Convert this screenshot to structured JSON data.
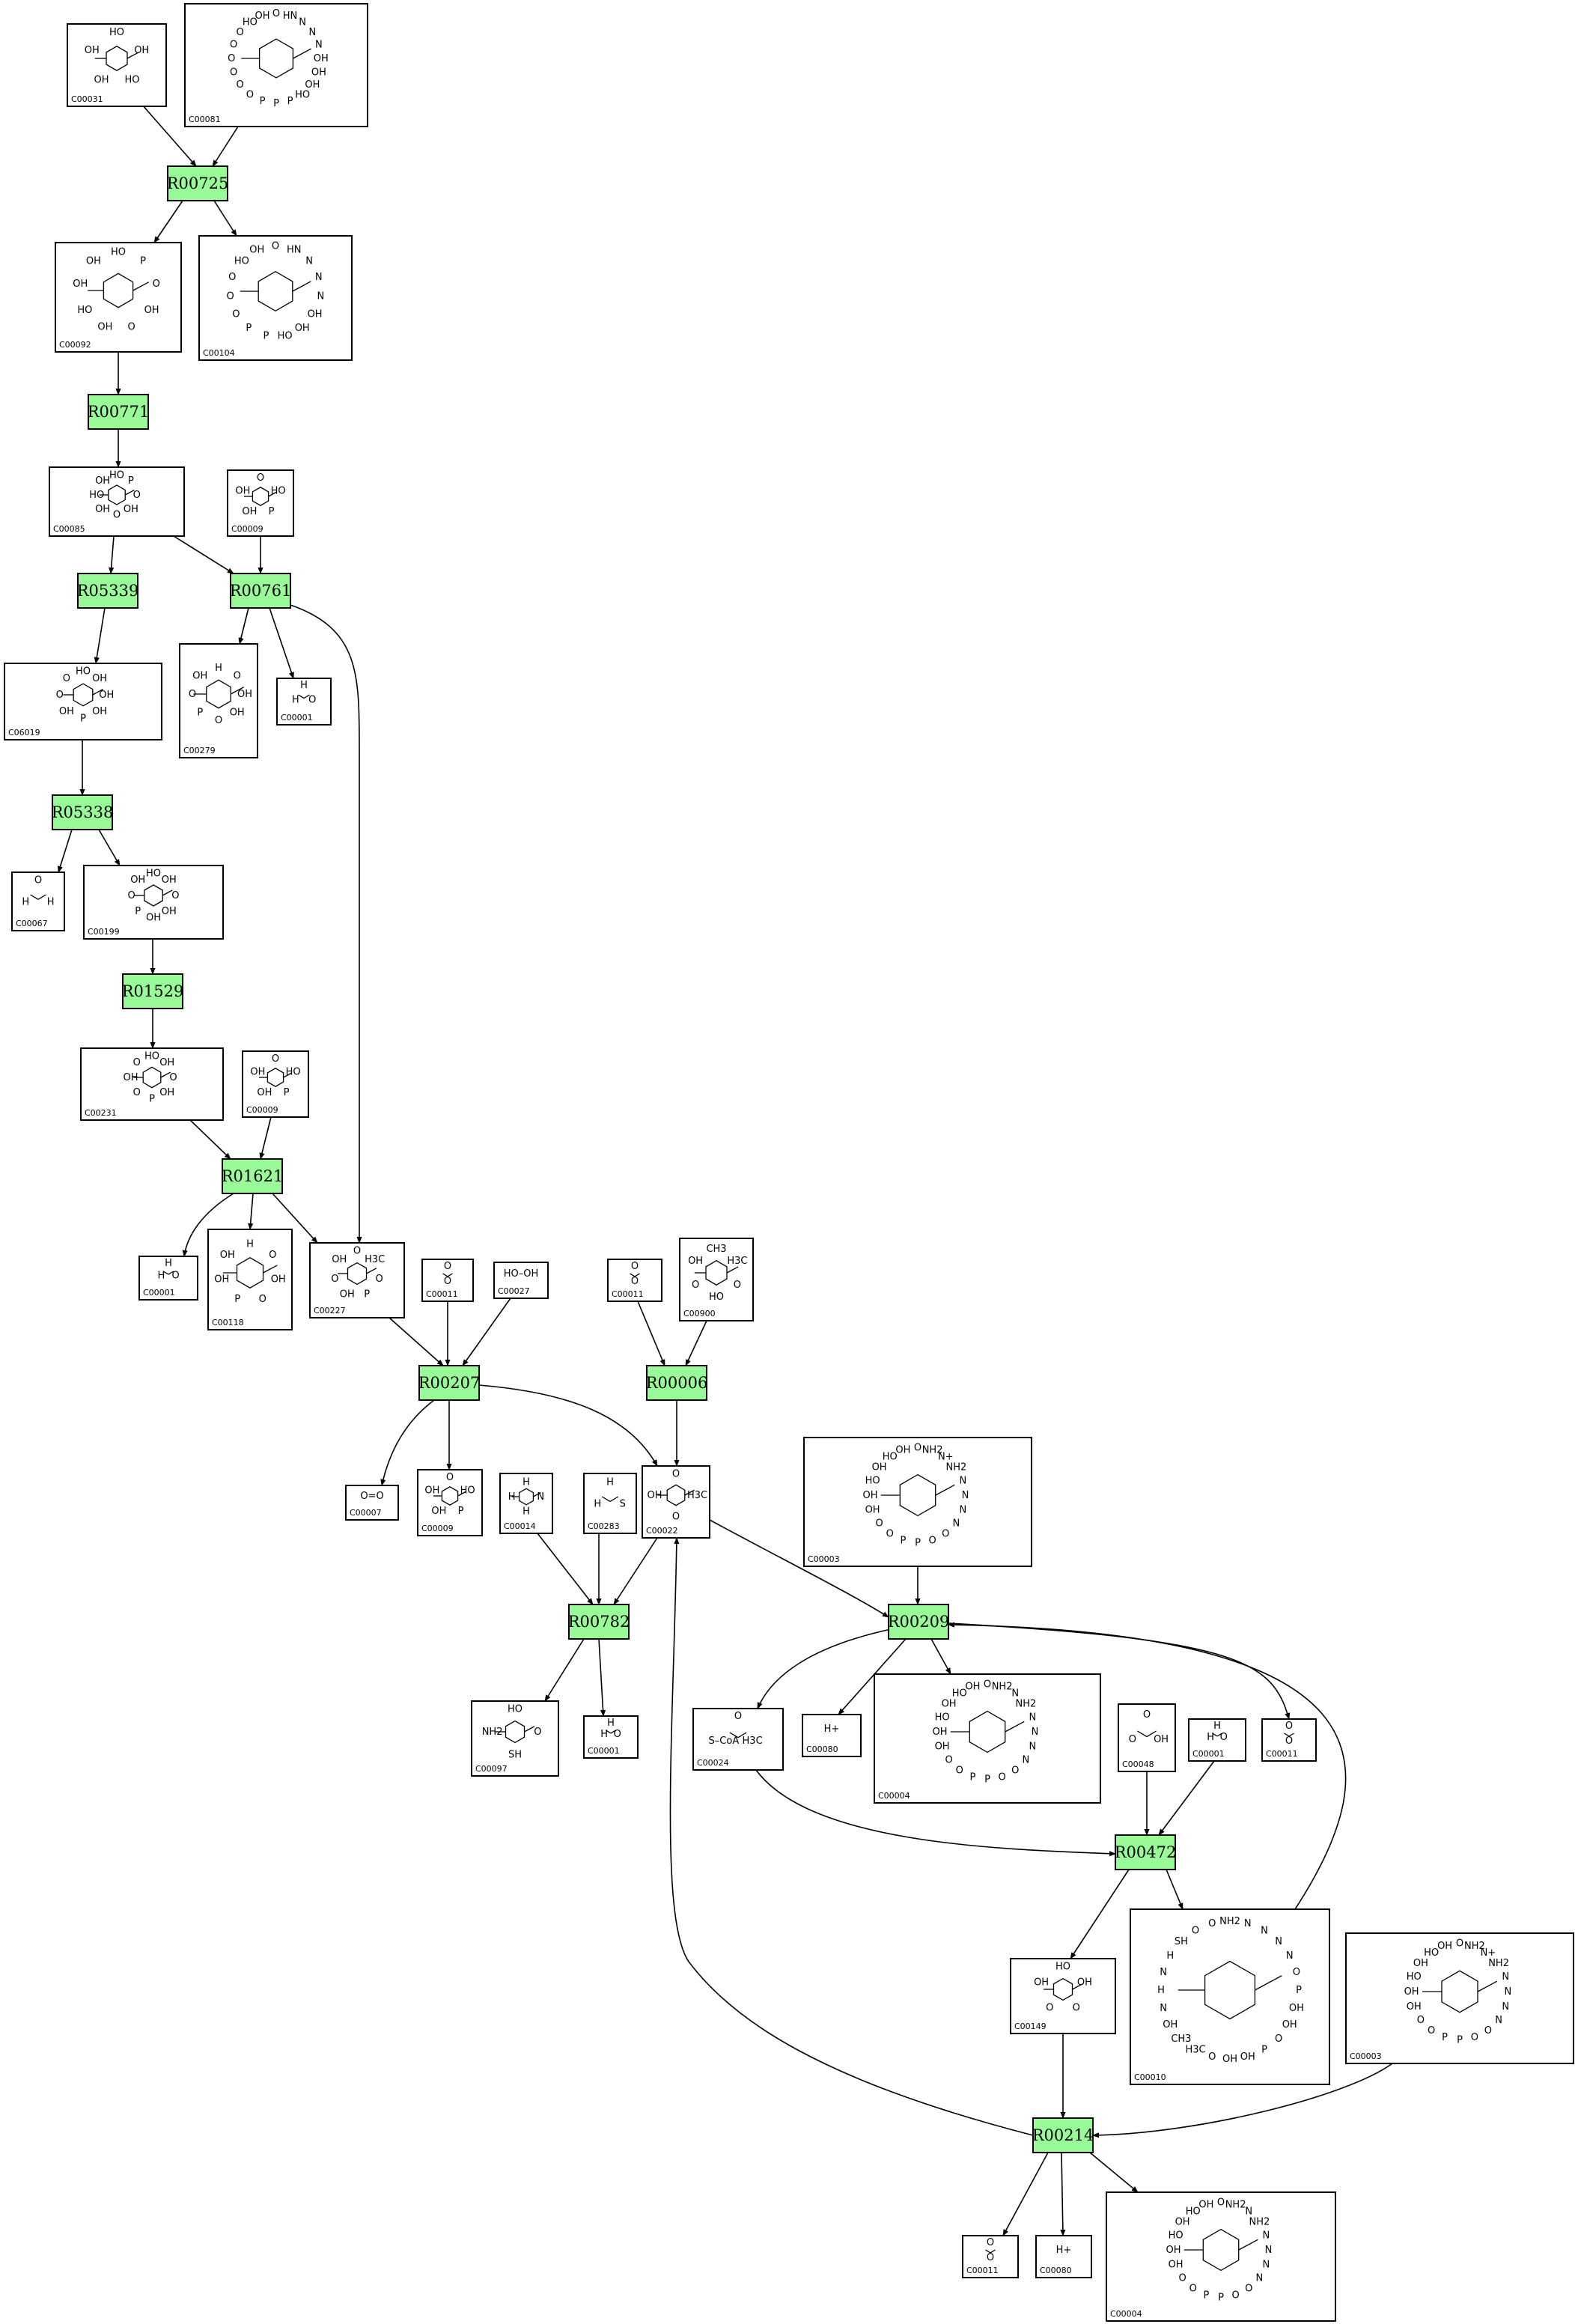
{
  "reactions": [
    "R00725",
    "R00771",
    "R05339",
    "R00761",
    "R05338",
    "R01529",
    "R01621",
    "R00207",
    "R00006",
    "R00782",
    "R00209",
    "R00472",
    "R00214"
  ],
  "compounds": [
    {
      "id": "C00031",
      "atoms": [
        "HO",
        "OH",
        "HO",
        "OH",
        "OH"
      ]
    },
    {
      "id": "C00081",
      "atoms": [
        "O",
        "HN",
        "N",
        "N",
        "N",
        "OH",
        "OH",
        "OH",
        "HO",
        "P",
        "P",
        "P",
        "O",
        "O",
        "O",
        "O",
        "O",
        "O",
        "HO",
        "OH"
      ]
    },
    {
      "id": "C00092",
      "atoms": [
        "HO",
        "P",
        "O",
        "OH",
        "O",
        "OH",
        "HO",
        "OH",
        "OH"
      ]
    },
    {
      "id": "C00104",
      "atoms": [
        "O",
        "HN",
        "N",
        "N",
        "N",
        "OH",
        "OH",
        "HO",
        "P",
        "P",
        "O",
        "O",
        "O",
        "HO",
        "OH"
      ]
    },
    {
      "id": "C00085",
      "atoms": [
        "HO",
        "P",
        "O",
        "OH",
        "O",
        "OH",
        "HO",
        "OH"
      ]
    },
    {
      "id": "C00009",
      "atoms": [
        "O",
        "HO",
        "P",
        "OH",
        "OH"
      ]
    },
    {
      "id": "C06019",
      "atoms": [
        "HO",
        "OH",
        "OH",
        "OH",
        "P",
        "OH",
        "O",
        "O"
      ]
    },
    {
      "id": "C00279",
      "atoms": [
        "H",
        "O",
        "OH",
        "OH",
        "O",
        "P",
        "O",
        "OH"
      ]
    },
    {
      "id": "C00001",
      "atoms": [
        "H",
        "O",
        "H"
      ]
    },
    {
      "id": "C00067",
      "atoms": [
        "O",
        "H",
        "H"
      ]
    },
    {
      "id": "C00199",
      "atoms": [
        "HO",
        "OH",
        "O",
        "OH",
        "OH",
        "P",
        "O",
        "OH"
      ]
    },
    {
      "id": "C00231",
      "atoms": [
        "HO",
        "OH",
        "O",
        "OH",
        "P",
        "O",
        "OH",
        "O"
      ]
    },
    {
      "id": "C00118",
      "atoms": [
        "H",
        "O",
        "OH",
        "O",
        "P",
        "OH",
        "OH"
      ]
    },
    {
      "id": "C00227",
      "atoms": [
        "O",
        "H3C",
        "O",
        "P",
        "OH",
        "O",
        "OH"
      ]
    },
    {
      "id": "C00011",
      "atoms": [
        "O",
        "O"
      ]
    },
    {
      "id": "C00027",
      "atoms": [
        "HO–OH"
      ]
    },
    {
      "id": "C00900",
      "atoms": [
        "CH3",
        "H3C",
        "O",
        "HO",
        "O",
        "OH"
      ]
    },
    {
      "id": "C00007",
      "atoms": [
        "O=O"
      ]
    },
    {
      "id": "C00014",
      "atoms": [
        "H",
        "N",
        "H",
        "H"
      ]
    },
    {
      "id": "C00283",
      "atoms": [
        "H",
        "S",
        "H"
      ]
    },
    {
      "id": "C00022",
      "atoms": [
        "O",
        "H3C",
        "O",
        "OH"
      ]
    },
    {
      "id": "C00003",
      "atoms": [
        "O",
        "NH2",
        "N+",
        "NH2",
        "N",
        "N",
        "N",
        "N",
        "O",
        "O",
        "P",
        "P",
        "O",
        "O",
        "OH",
        "OH",
        "HO",
        "OH",
        "HO",
        "OH"
      ]
    },
    {
      "id": "C00097",
      "atoms": [
        "HO",
        "O",
        "SH",
        "NH2"
      ]
    },
    {
      "id": "C00024",
      "atoms": [
        "O",
        "H3C",
        "S–CoA"
      ]
    },
    {
      "id": "C00080",
      "atoms": [
        "H+"
      ]
    },
    {
      "id": "C00004",
      "atoms": [
        "O",
        "NH2",
        "N",
        "NH2",
        "N",
        "N",
        "N",
        "N",
        "O",
        "O",
        "P",
        "P",
        "O",
        "O",
        "OH",
        "OH",
        "HO",
        "OH",
        "HO",
        "OH"
      ]
    },
    {
      "id": "C00048",
      "atoms": [
        "O",
        "OH",
        "O"
      ]
    },
    {
      "id": "C00149",
      "atoms": [
        "HO",
        "OH",
        "O",
        "O",
        "OH"
      ]
    },
    {
      "id": "C00010",
      "atoms": [
        "NH2",
        "N",
        "N",
        "N",
        "N",
        "O",
        "P",
        "OH",
        "OH",
        "O",
        "P",
        "OH",
        "OH",
        "O",
        "H3C",
        "CH3",
        "OH",
        "N",
        "H",
        "N",
        "H",
        "SH",
        "O",
        "O"
      ]
    }
  ]
}
